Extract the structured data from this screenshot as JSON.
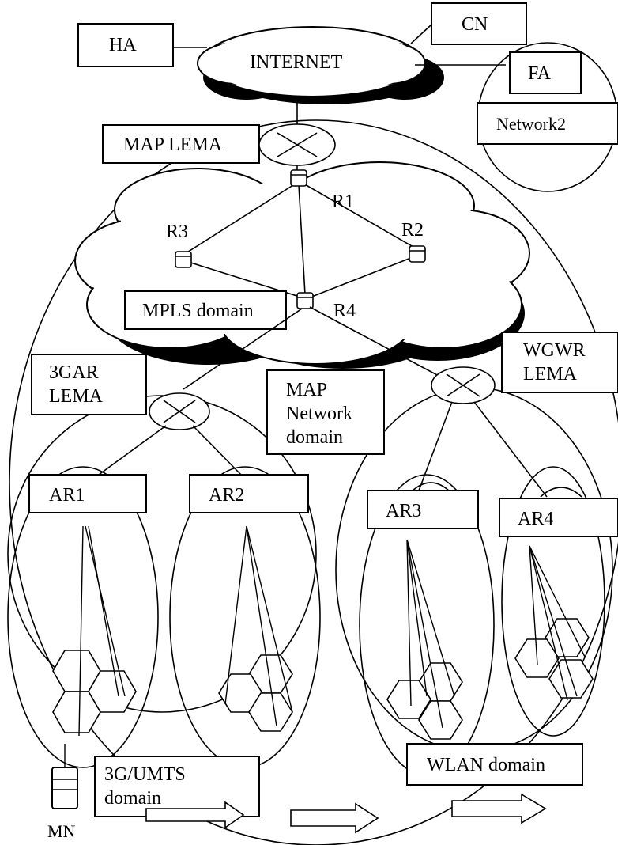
{
  "nodes": {
    "ha": "HA",
    "cn": "CN",
    "internet": "INTERNET",
    "fa": "FA",
    "network2": "Network2",
    "map_lema": "MAP LEMA",
    "r1": "R1",
    "r2": "R2",
    "r3": "R3",
    "r4": "R4",
    "mpls_domain": "MPLS domain",
    "gar_lema_line1": "3GAR",
    "gar_lema_line2": "LEMA",
    "map_network_line1": "MAP",
    "map_network_line2": "Network",
    "map_network_line3": "domain",
    "wgwr_lema_line1": "WGWR",
    "wgwr_lema_line2": "LEMA",
    "ar1": "AR1",
    "ar2": "AR2",
    "ar3": "AR3",
    "ar4": "AR4",
    "umts_line1": "3G/UMTS",
    "umts_line2": "domain",
    "wlan_domain": "WLAN domain",
    "mn": "MN"
  }
}
